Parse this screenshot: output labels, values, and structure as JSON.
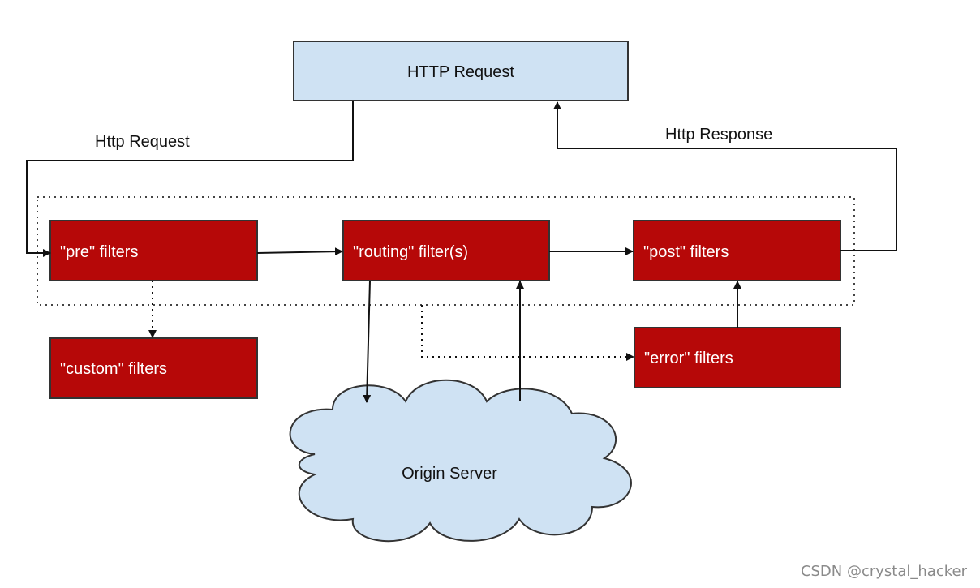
{
  "nodes": {
    "http_request": "HTTP Request",
    "pre": "\"pre\" filters",
    "routing": "\"routing\" filter(s)",
    "post": "\"post\" filters",
    "custom": "\"custom\" filters",
    "error": "\"error\" filters",
    "origin": "Origin Server"
  },
  "edges": {
    "request": "Http Request",
    "response": "Http Response"
  },
  "watermark": "CSDN @crystal_hacker",
  "colors": {
    "request_box": "#cfe2f3",
    "filter_box": "#b60808",
    "cloud": "#cfe2f3",
    "line": "#111111"
  }
}
